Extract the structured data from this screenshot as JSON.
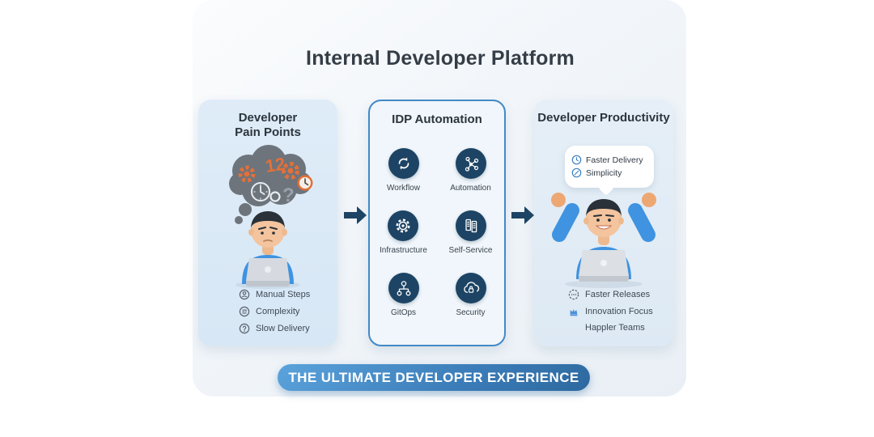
{
  "title": "Internal Developer Platform",
  "colors": {
    "navy": "#1d4464",
    "orange": "#e2703a",
    "panel_blue": "#dcebf7",
    "idp_border": "#4389c5",
    "banner_gradient_start": "#5ba3dc",
    "banner_gradient_end": "#2d699f",
    "shirt_blue": "#3f93e0",
    "cloud_gray": "#6d747c"
  },
  "panels": {
    "pain": {
      "title_line1": "Developer",
      "title_line2": "Pain Points",
      "thought_number": "12",
      "question_mark": "?",
      "items": [
        {
          "icon": "person-circle-icon",
          "label": "Manual Steps"
        },
        {
          "icon": "maze-circle-icon",
          "label": "Complexity"
        },
        {
          "icon": "question-circle-icon",
          "label": "Slow Delivery"
        }
      ]
    },
    "idp": {
      "title": "IDP Automation",
      "icons": [
        {
          "icon": "refresh-icon",
          "label": "Workflow"
        },
        {
          "icon": "nodes-icon",
          "label": "Automation"
        },
        {
          "icon": "gear-icon",
          "label": "Infrastructure"
        },
        {
          "icon": "server-icon",
          "label": "Self-Service"
        },
        {
          "icon": "branch-icon",
          "label": "GitOps"
        },
        {
          "icon": "cloud-lock-icon",
          "label": "Security"
        }
      ]
    },
    "productivity": {
      "title": "Developer Productivity",
      "bubble_items": [
        {
          "icon": "clock-circle-icon",
          "label": "Faster Delivery"
        },
        {
          "icon": "gauge-circle-icon",
          "label": "Simplicity"
        }
      ],
      "items": [
        {
          "icon": "ellipsis-circle-icon",
          "label": "Faster Releases"
        },
        {
          "icon": "crown-icon",
          "label": "Innovation Focus"
        },
        {
          "icon": "none",
          "label": "Happler Teams"
        }
      ]
    }
  },
  "banner": {
    "label": "THE ULTIMATE DEVELOPER EXPERIENCE"
  }
}
